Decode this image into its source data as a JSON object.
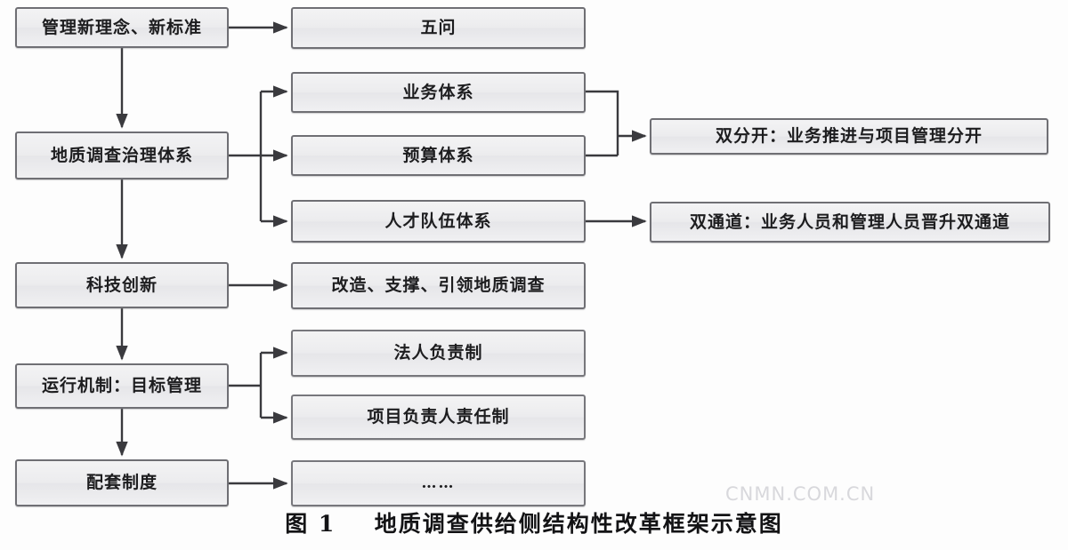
{
  "figure": {
    "caption_label": "图 1",
    "caption_text": "地质调查供给侧结构性改革框架示意图",
    "watermark": "CNMN.COM.CN",
    "colors": {
      "box_border": "#6f6f74",
      "box_fill": "#eeeef0",
      "connector": "#3a3a3e",
      "text": "#1d1d1f",
      "watermark": "#d8d8dc",
      "background": "#fdfdfd"
    }
  },
  "nodes": {
    "left_column": [
      {
        "id": "mgmt-concept",
        "label": "管理新理念、新标准"
      },
      {
        "id": "geo-governance",
        "label": "地质调查治理体系"
      },
      {
        "id": "tech-innovation",
        "label": "科技创新"
      },
      {
        "id": "operating-mechanism",
        "label": "运行机制：目标管理"
      },
      {
        "id": "supporting-system",
        "label": "配套制度"
      }
    ],
    "middle_column": [
      {
        "id": "five-questions",
        "label": "五问"
      },
      {
        "id": "business-system",
        "label": "业务体系"
      },
      {
        "id": "budget-system",
        "label": "预算体系"
      },
      {
        "id": "talent-system",
        "label": "人才队伍体系"
      },
      {
        "id": "transform-support-lead",
        "label": "改造、支撑、引领地质调查"
      },
      {
        "id": "legal-person-responsibility",
        "label": "法人负责制"
      },
      {
        "id": "project-leader-responsibility",
        "label": "项目负责人责任制"
      },
      {
        "id": "ellipsis",
        "label": "……"
      }
    ],
    "right_column": [
      {
        "id": "dual-separation",
        "label": "双分开：业务推进与项目管理分开"
      },
      {
        "id": "dual-channel",
        "label": "双通道：业务人员和管理人员晋升双通道"
      }
    ]
  },
  "edges": [
    {
      "from": "mgmt-concept",
      "to": "five-questions"
    },
    {
      "from": "mgmt-concept",
      "to": "geo-governance"
    },
    {
      "from": "geo-governance",
      "to": "business-system"
    },
    {
      "from": "geo-governance",
      "to": "budget-system"
    },
    {
      "from": "geo-governance",
      "to": "talent-system"
    },
    {
      "from": "geo-governance",
      "to": "tech-innovation"
    },
    {
      "from": "business-system",
      "to": "dual-separation"
    },
    {
      "from": "budget-system",
      "to": "dual-separation"
    },
    {
      "from": "talent-system",
      "to": "dual-channel"
    },
    {
      "from": "tech-innovation",
      "to": "transform-support-lead"
    },
    {
      "from": "tech-innovation",
      "to": "operating-mechanism"
    },
    {
      "from": "operating-mechanism",
      "to": "legal-person-responsibility"
    },
    {
      "from": "operating-mechanism",
      "to": "project-leader-responsibility"
    },
    {
      "from": "operating-mechanism",
      "to": "supporting-system"
    },
    {
      "from": "supporting-system",
      "to": "ellipsis"
    }
  ]
}
